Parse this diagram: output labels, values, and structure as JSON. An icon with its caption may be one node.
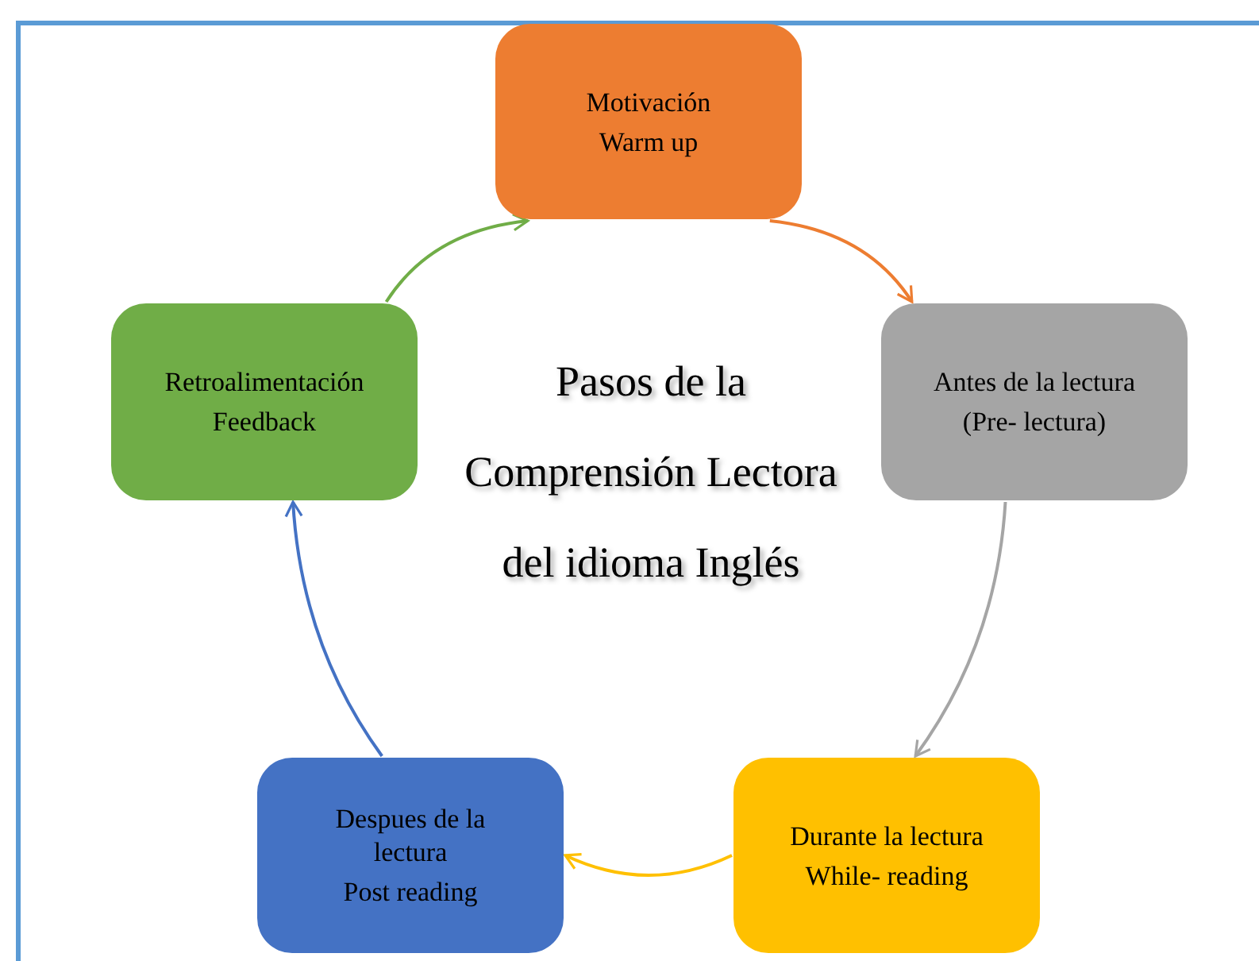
{
  "diagram": {
    "title": "Pasos de la Comprensión Lectora del idioma Inglés",
    "nodes": [
      {
        "text": [
          "Motivación",
          "Warm up"
        ]
      },
      {
        "text": [
          "Antes de la lectura",
          "(Pre- lectura)"
        ]
      },
      {
        "text": [
          "Durante la lectura",
          "While- reading"
        ]
      },
      {
        "text": [
          "Despues de la lectura",
          "Post reading"
        ]
      },
      {
        "text": [
          "Retroalimentación",
          "Feedback"
        ]
      }
    ],
    "edges": [
      {
        "from": 0,
        "to": 1,
        "arrow": "to",
        "color": "#ed7d31"
      },
      {
        "from": 1,
        "to": 2,
        "arrow": "to",
        "color": "#a5a5a5"
      },
      {
        "from": 2,
        "to": 3,
        "arrow": "to",
        "color": "#ffc000"
      },
      {
        "from": 3,
        "to": 4,
        "arrow": "to",
        "color": "#4472c4"
      },
      {
        "from": 4,
        "to": 0,
        "arrow": "to",
        "color": "#70ad47"
      }
    ]
  }
}
